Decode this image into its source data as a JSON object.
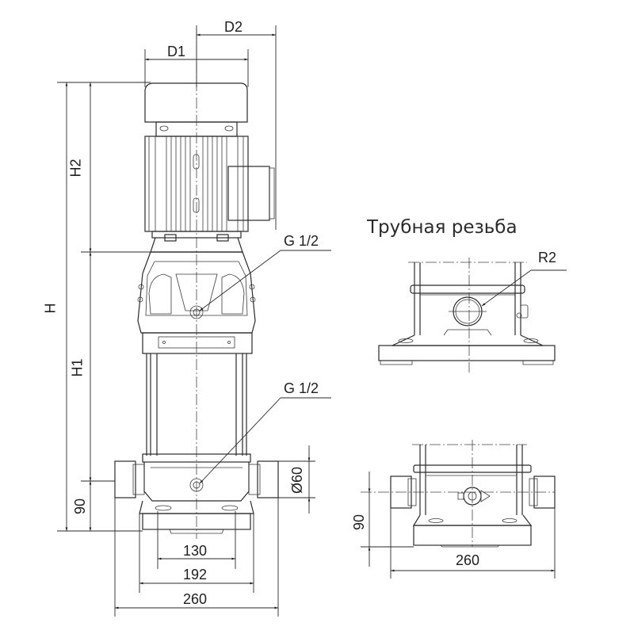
{
  "drawing": {
    "type": "technical-drawing",
    "subject": "vertical multistage pump dimensional drawing"
  },
  "main_view": {
    "dimensions": {
      "d1": "D1",
      "d2": "D2",
      "h": "H",
      "h1": "H1",
      "h2": "H2",
      "inlet_height": "90",
      "port_diameter": "Ø60",
      "bolt_spacing": "130",
      "base_inner_width": "192",
      "overall_width": "260"
    },
    "callouts": {
      "upper_port": "G 1/2",
      "lower_port": "G 1/2"
    }
  },
  "detail_view_threaded": {
    "title": "Трубная резьба",
    "callout": "R2"
  },
  "detail_view_flanged": {
    "dimensions": {
      "inlet_height": "90",
      "overall_width": "260"
    }
  },
  "colors": {
    "line": "#2a2a2a",
    "background": "#ffffff"
  }
}
